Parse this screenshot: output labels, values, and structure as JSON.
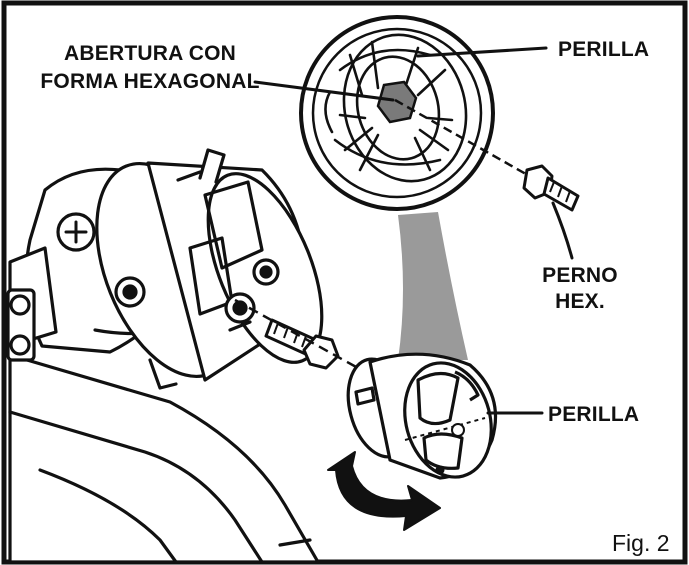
{
  "labels": {
    "hex_opening_line1": "ABERTURA CON",
    "hex_opening_line2": "FORMA HEXAGONAL",
    "knob_top": "PERILLA",
    "bolt_line1": "PERNO",
    "bolt_line2": "HEX.",
    "knob_bottom": "PERILLA"
  },
  "figure": {
    "caption": "Fig. 2"
  },
  "icons": {
    "rotation_arrow": "curved-rotation-arrow-icon",
    "bolt": "hex-bolt-icon"
  },
  "colors": {
    "ink": "#111111",
    "background": "#ffffff",
    "callout_beam": "#9a9a9a"
  }
}
